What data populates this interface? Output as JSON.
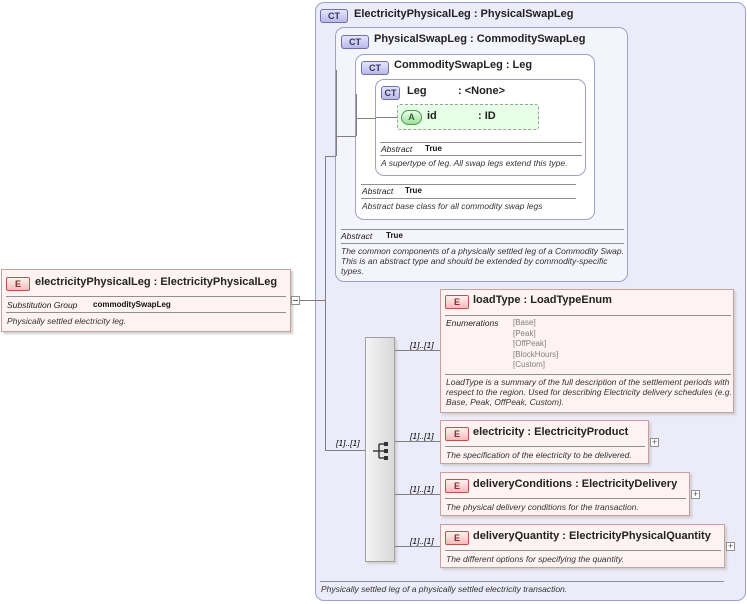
{
  "root": {
    "badge": "E",
    "title": "electricityPhysicalLeg : ElectricityPhysicalLeg",
    "substitution_label": "Substitution Group",
    "substitution_value": "commoditySwapLeg",
    "doc": "Physically settled electricity leg."
  },
  "ct_outer": {
    "badge": "CT",
    "title": "ElectricityPhysicalLeg : PhysicalSwapLeg",
    "doc": "Physically settled leg of a physically settled electricity transaction."
  },
  "ct_physical": {
    "badge": "CT",
    "title": "PhysicalSwapLeg : CommoditySwapLeg",
    "abstract_label": "Abstract",
    "abstract_value": "True",
    "doc": "The common components of a physically settled leg of a Commodity Swap. This is an abstract type and should be extended by commodity-specific types."
  },
  "ct_commodity": {
    "badge": "CT",
    "title": "CommoditySwapLeg : Leg",
    "abstract_label": "Abstract",
    "abstract_value": "True",
    "doc": "Abstract base class for all commodity swap legs"
  },
  "ct_leg": {
    "badge": "CT",
    "name": "Leg",
    "type": ": <None>",
    "abstract_label": "Abstract",
    "abstract_value": "True",
    "doc": "A supertype of leg. All swap legs extend this type.",
    "attribute": {
      "badge": "A",
      "name": "id",
      "type": ": ID"
    }
  },
  "sequence": {
    "cardinality": "[1]..[1]"
  },
  "elements": [
    {
      "badge": "E",
      "title": "loadType : LoadTypeEnum",
      "cardinality": "[1]..[1]",
      "enum_label": "Enumerations",
      "enums": [
        "[Base]",
        "[Peak]",
        "[OffPeak]",
        "[BlockHours]",
        "[Custom]"
      ],
      "doc": "LoadType is a summary of the full description of the settlement periods with respect to the region. Used for describing Electricity delivery schedules (e.g. Base, Peak, OffPeak, Custom)."
    },
    {
      "badge": "E",
      "title": "electricity : ElectricityProduct",
      "cardinality": "[1]..[1]",
      "doc": "The specification of the electricity to be delivered."
    },
    {
      "badge": "E",
      "title": "deliveryConditions : ElectricityDelivery",
      "cardinality": "[1]..[1]",
      "doc": "The physical delivery conditions for the transaction."
    },
    {
      "badge": "E",
      "title": "deliveryQuantity : ElectricityPhysicalQuantity",
      "cardinality": "[1]..[1]",
      "doc": "The different options for specifying the quantity."
    }
  ],
  "colors": {
    "complex_type": "#ebebfa",
    "element": "#fff2f2",
    "attribute": "#e6ffe6"
  }
}
